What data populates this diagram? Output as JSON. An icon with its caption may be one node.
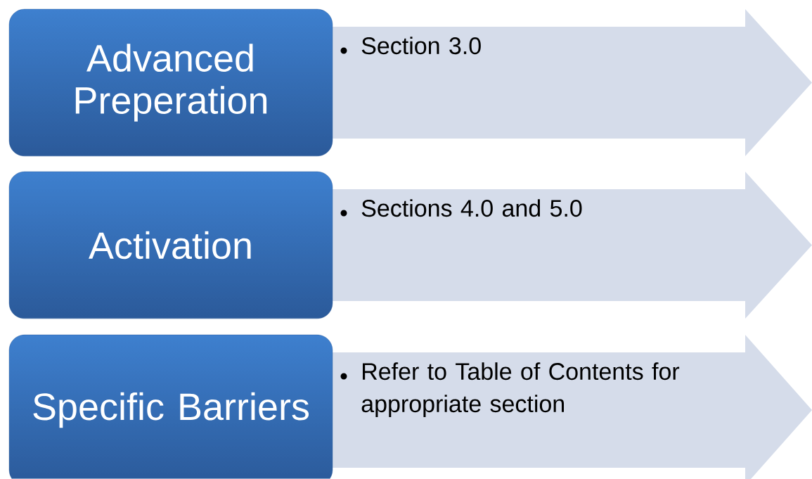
{
  "diagram": {
    "nodes": [
      {
        "text": [
          "Advanced Preperation"
        ]
      },
      {
        "text": [
          "Section 3.0"
        ]
      },
      {
        "text": [
          "Activation"
        ]
      },
      {
        "text": [
          "Sections 4.0 and 5.0"
        ]
      },
      {
        "text": [
          "Specific Barriers"
        ]
      },
      {
        "text": [
          "Refer to Table of Contents for appropriate section"
        ]
      }
    ]
  }
}
